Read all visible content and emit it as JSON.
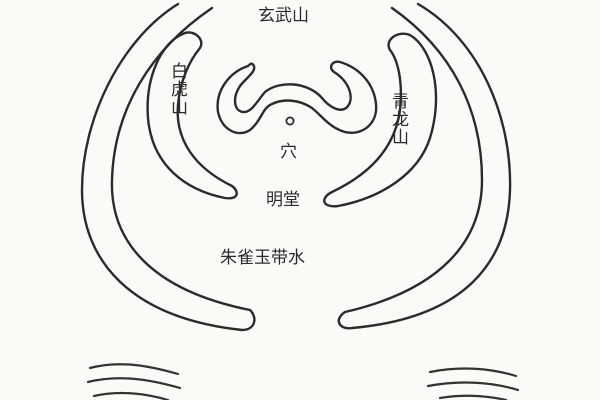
{
  "labels": {
    "xuanwu": "玄武山",
    "baihu": "白虎山",
    "qinglong": "青龙山",
    "xue": "穴",
    "mingtang": "明堂",
    "zhuque": "朱雀玉带水"
  }
}
